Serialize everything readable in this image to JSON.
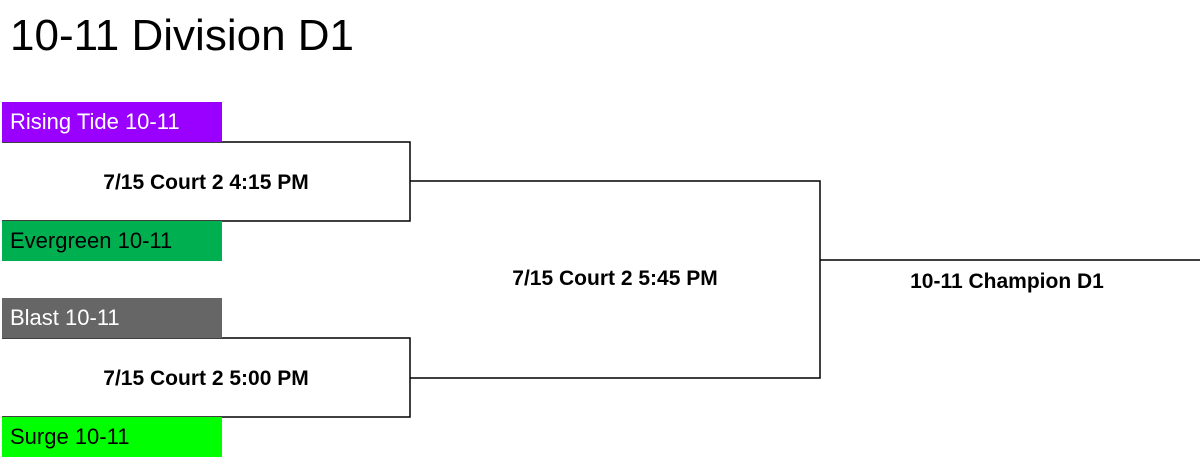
{
  "title": "10-11 Division D1",
  "teams": [
    {
      "name": "Rising Tide 10-11",
      "color": "#9900ff"
    },
    {
      "name": "Evergreen 10-11",
      "color": "#00b050"
    },
    {
      "name": "Blast 10-11",
      "color": "#666666"
    },
    {
      "name": "Surge 10-11",
      "color": "#00ff00"
    }
  ],
  "matches": [
    {
      "label": "7/15 Court 2 4:15 PM"
    },
    {
      "label": "7/15 Court 2 5:00 PM"
    },
    {
      "label": "7/15 Court 2 5:45 PM"
    }
  ],
  "champion": "10-11 Champion D1"
}
